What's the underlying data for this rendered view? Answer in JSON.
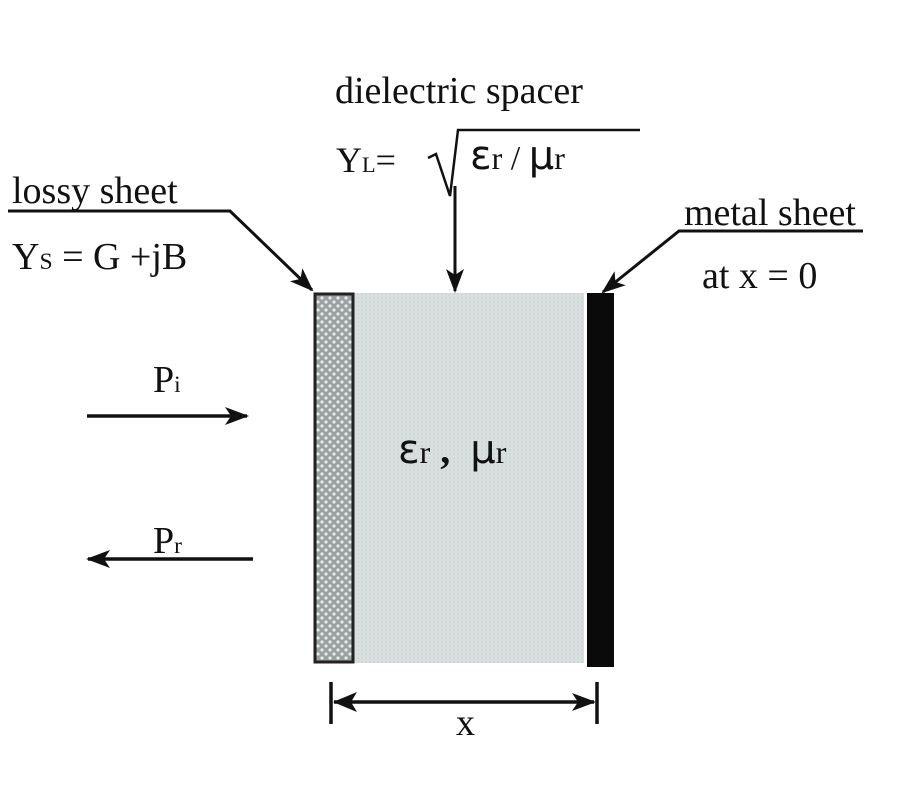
{
  "labels": {
    "dielectric_title": "dielectric spacer",
    "yl_symbol": "Y",
    "yl_sub": "L",
    "yl_eq": "=",
    "yl_expr_eps": "ε",
    "yl_expr_r1": "r",
    "yl_expr_slash": " / ",
    "yl_expr_mu": "μ",
    "yl_expr_r2": "r",
    "lossy_title": "lossy sheet",
    "ys_symbol": "Y",
    "ys_sub": "S",
    "ys_expr": " = G +jB",
    "metal_title": "metal sheet",
    "metal_sub": "at x = 0",
    "pi_symbol": "P",
    "pi_sub": "i",
    "pr_symbol": "P",
    "pr_sub": "r",
    "center_eps": "ε",
    "center_r1": "r",
    "center_comma": " ,  ",
    "center_mu": "μ",
    "center_r2": "r",
    "dimension": "x"
  },
  "colors": {
    "ink": "#111111",
    "dielectric_fill": "#d7dddd",
    "lossy_fill": "#a9afaf",
    "metal_fill": "#0a0a0a"
  }
}
